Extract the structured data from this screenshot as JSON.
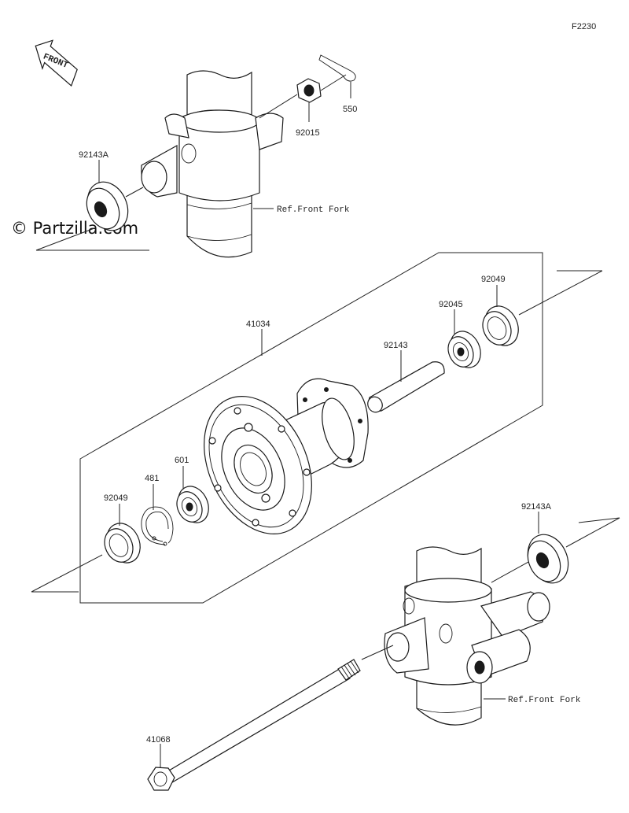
{
  "figure_code": "F2230",
  "front_indicator": "FRONT",
  "watermark": "© Partzilla.com",
  "fork_reference_label": "Ref.Front Fork",
  "part_labels": {
    "nut_top": "92015",
    "cotter_pin": "550",
    "collar_top": "92143A",
    "hub_assembly": "41034",
    "oil_seal_right": "92049",
    "bearing_right": "92045",
    "collar_inner": "92143",
    "bearing_left": "601",
    "circlip": "481",
    "oil_seal_left": "92049",
    "collar_bottom": "92143A",
    "axle": "41068"
  },
  "colors": {
    "line": "#1a1a1a",
    "background": "#ffffff"
  }
}
